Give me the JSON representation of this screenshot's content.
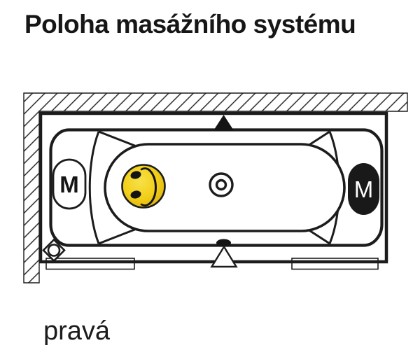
{
  "title": "Poloha masážního systému",
  "caption": "pravá",
  "diagram": {
    "left_motor": {
      "label": "M"
    },
    "right_motor": {
      "label": "M"
    },
    "colors": {
      "line": "#1c1c1c",
      "smiley_yellow": "#f2ce16",
      "smiley_gold_shade": "#d8ab10",
      "motor_right_fill": "#191919",
      "motor_right_text": "#ffffff"
    },
    "icons": {
      "wall": "wall-hatch",
      "smiley": "massage-system-smiley-icon",
      "drain": "drain-icon",
      "triangle_top": "marker-triangle-filled-icon",
      "triangle_bottom": "marker-triangle-outline-icon",
      "bump": "overflow-bump-icon",
      "diamond": "corner-diamond-icon"
    }
  }
}
